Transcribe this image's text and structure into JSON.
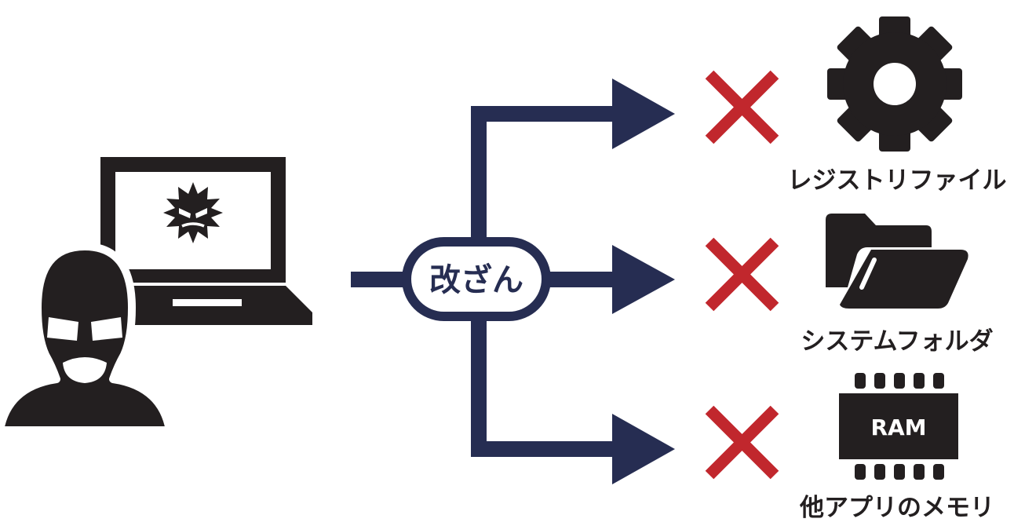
{
  "center_label": "改ざん",
  "targets": [
    {
      "label": "レジストリファイル",
      "icon": "gear-icon",
      "status": "blocked"
    },
    {
      "label": "システムフォルダ",
      "icon": "folder-icon",
      "status": "blocked"
    },
    {
      "label": "他アプリのメモリ",
      "icon": "ram-chip-icon",
      "chip_text": "RAM",
      "status": "blocked"
    }
  ],
  "colors": {
    "ink": "#231f20",
    "navy": "#262d52",
    "cross": "#c1272d",
    "background": "#ffffff"
  },
  "icons": {
    "attacker": "masked-hacker-icon",
    "computer": "laptop-icon",
    "malware": "virus-icon",
    "blocked": "x-mark-icon"
  }
}
